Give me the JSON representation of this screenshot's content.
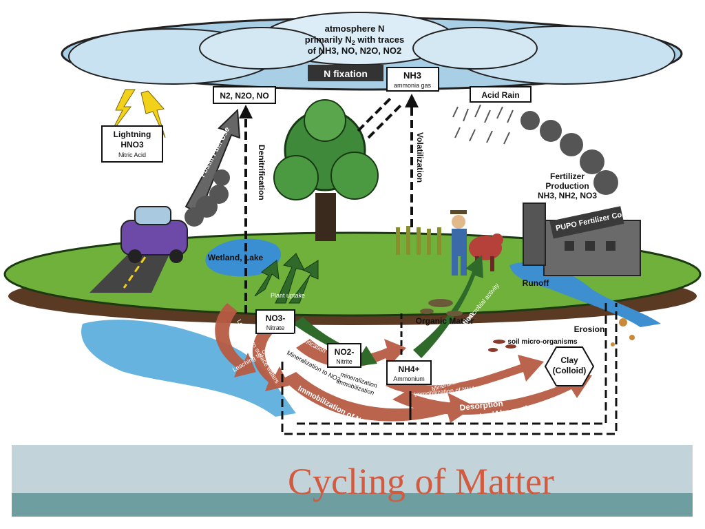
{
  "diagram": {
    "atmosphere": {
      "line1": "atmosphere N",
      "line2_prefix": "primarily N",
      "line2_sub": "2",
      "line2_suffix": " with traces",
      "line3": "of NH3, NO, N2O, NO2"
    },
    "n_fixation": "N fixation",
    "nh3_box": {
      "formula": "NH3",
      "name": "ammonia gas"
    },
    "n2_box": "N2, N2O, NO",
    "acid_rain": "Acid Rain",
    "lightning_box": {
      "title": "Lightning",
      "formula": "HNO3",
      "name": "Nitric Acid"
    },
    "fossil_fuel": "Fossil Fuel Use",
    "denitrification": "Denitrification",
    "volatilization": "Volatilization",
    "fertilizer": {
      "line1": "Fertilizer",
      "line2": "Production",
      "line3": "NH3, NH2, NO3"
    },
    "factory_sign": "PUPO Fertilizer Co.",
    "wetland": "Wetland, Lake",
    "runoff": "Runoff",
    "plant_uptake": "Plant uptake",
    "nitrate_box": {
      "formula": "NO3-",
      "name": "Nitrate"
    },
    "nitrite_box": {
      "formula": "NO2-",
      "name": "Nitrite"
    },
    "ammonium_box": {
      "formula": "NH4+",
      "name": "Ammonium"
    },
    "organic_matter": "Organic Matter",
    "microbial_activity": "microbial activity",
    "ammonification": "Ammonification",
    "soil_micro": "soil micro-organisms",
    "erosion": "Erosion",
    "clay": {
      "line1": "Clay",
      "line2": "(Colloid)"
    },
    "leaching_surface": "Leaching to surface waters",
    "leaching_ground": "Leaching to Ground Water",
    "mineralization_no3": "Mineralization to NO3-",
    "nitrification": "Nitrification",
    "mineralization": "mineralization",
    "immobilization": "immobilization",
    "mineralization_nh4": "Mineralization to NH4+",
    "immobilization_nh4": "Immobilization of NH4+",
    "immobilization_no3": "Immobilization of NO3-",
    "desorption": "Desorption",
    "fixation_absorption": "Fixation/Absorption"
  },
  "slide": {
    "title": "Cycling of Matter"
  },
  "colors": {
    "title": "#d25a3e",
    "band": "#c3d3da",
    "stripe": "#6e9ea0",
    "arrow_brown": "#b75b44",
    "arrow_green": "#2f6a2a"
  }
}
